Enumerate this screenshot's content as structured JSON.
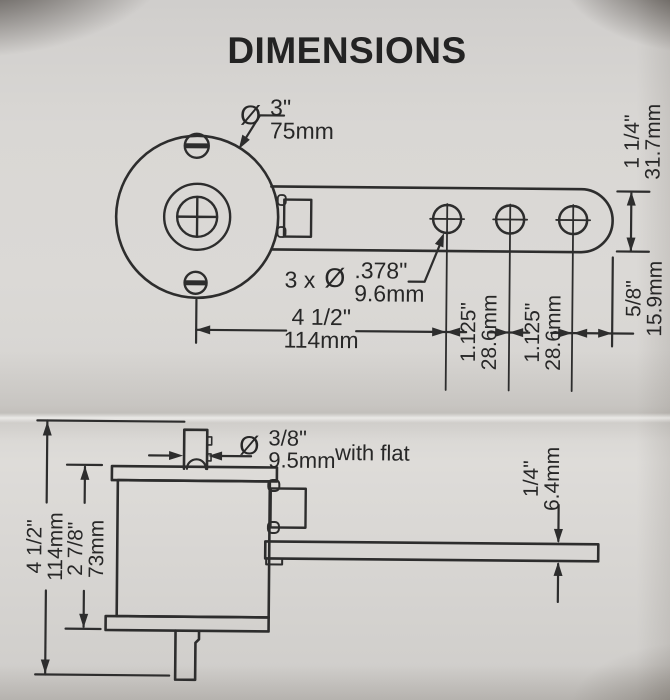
{
  "title": "DIMENSIONS",
  "colors": {
    "ink": "#2d2d2d",
    "paper": "#d6d4d1"
  },
  "top_view": {
    "body_diameter": {
      "symbol": "Ø",
      "inch": "3\"",
      "mm": "75mm"
    },
    "arm_width": {
      "inch": "1 1/4\"",
      "mm": "31.7mm"
    },
    "mount_holes": {
      "prefix": "3 x",
      "symbol": "Ø",
      "inch": ".378\"",
      "mm": "9.6mm"
    },
    "center_to_first_hole": {
      "inch": "4 1/2\"",
      "mm": "114mm"
    },
    "hole_spacing_a": {
      "inch": "1.125\"",
      "mm": "28.6mm"
    },
    "hole_spacing_b": {
      "inch": "1.125\"",
      "mm": "28.6mm"
    },
    "hole_to_end": {
      "inch": "5/8\"",
      "mm": "15.9mm"
    }
  },
  "side_view": {
    "shaft_diameter": {
      "symbol": "Ø",
      "inch": "3/8\"",
      "mm": "9.5mm",
      "note": "with flat"
    },
    "overall_height": {
      "inch": "4 1/2\"",
      "mm": "114mm"
    },
    "body_height": {
      "inch": "2 7/8\"",
      "mm": "73mm"
    },
    "arm_thickness": {
      "inch": "1/4\"",
      "mm": "6.4mm"
    }
  }
}
